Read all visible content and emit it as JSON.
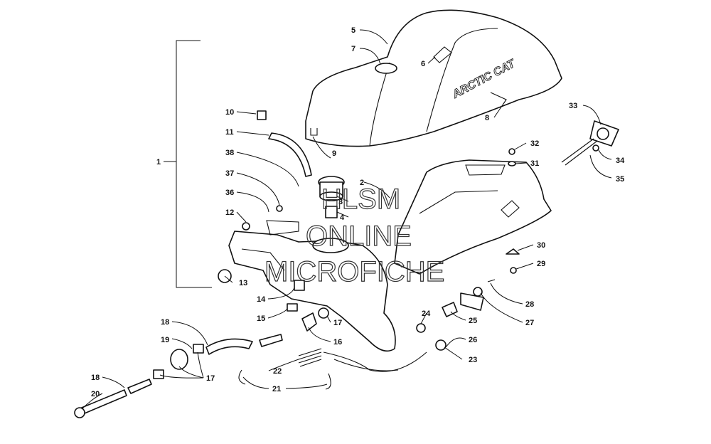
{
  "watermark": {
    "line1": "HLSM",
    "line2": "ONLINE",
    "line3": "MICROFICHE"
  },
  "seat_brand": "ARCTIC CAT",
  "callouts": [
    "1",
    "2",
    "3",
    "4",
    "5",
    "6",
    "7",
    "8",
    "9",
    "10",
    "11",
    "12",
    "13",
    "14",
    "15",
    "16",
    "17",
    "17",
    "18",
    "18",
    "19",
    "20",
    "21",
    "22",
    "23",
    "24",
    "25",
    "26",
    "27",
    "28",
    "29",
    "30",
    "31",
    "32",
    "33",
    "34",
    "35",
    "36",
    "37",
    "38"
  ]
}
